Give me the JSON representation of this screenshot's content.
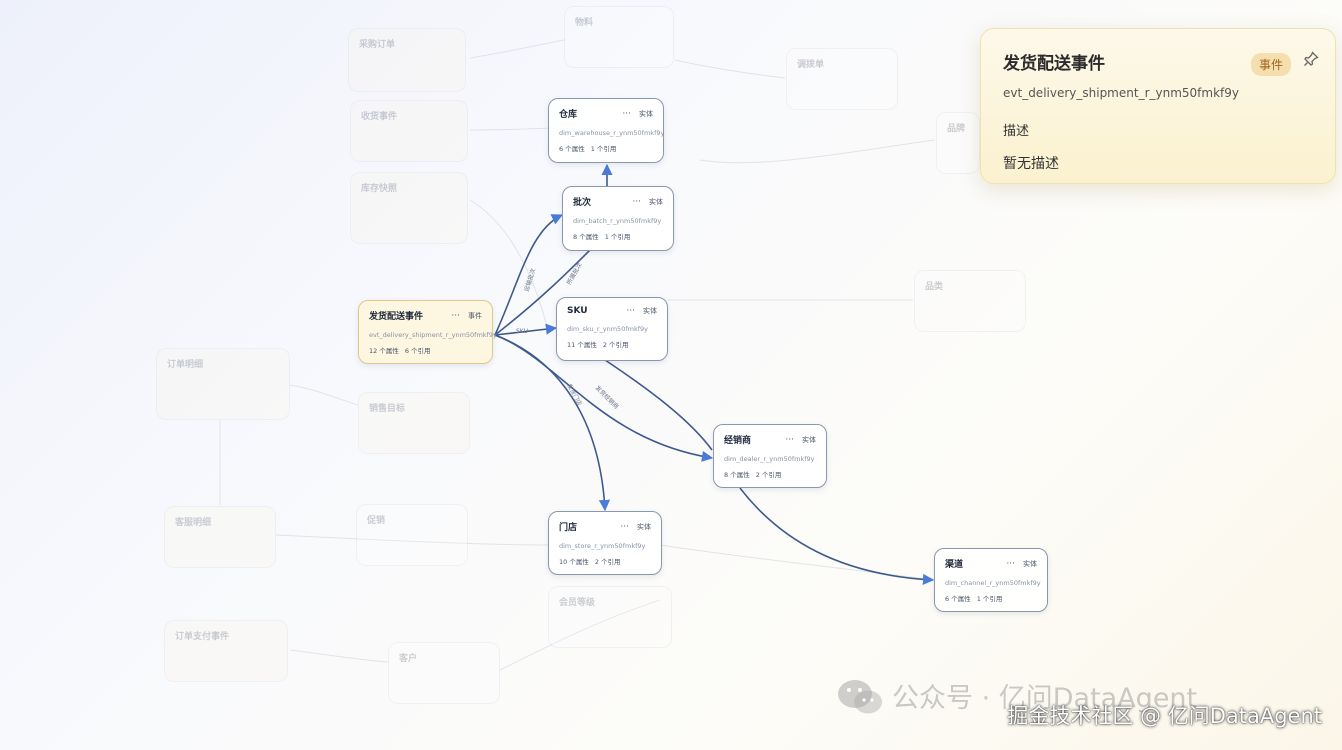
{
  "graph": {
    "active_nodes": [
      {
        "id": "warehouse",
        "title": "仓库",
        "more": "···",
        "badge": "实体",
        "code": "dim_warehouse_r_ynm50fmkf9y",
        "props": "6 个属性",
        "refs": "1 个引用",
        "kind": "entity"
      },
      {
        "id": "batch",
        "title": "批次",
        "more": "···",
        "badge": "实体",
        "code": "dim_batch_r_ynm50fmkf9y",
        "props": "8 个属性",
        "refs": "1 个引用",
        "kind": "entity"
      },
      {
        "id": "event",
        "title": "发货配送事件",
        "more": "···",
        "badge": "事件",
        "code": "evt_delivery_shipment_r_ynm50fmkf9y",
        "props": "12 个属性",
        "refs": "6 个引用",
        "kind": "event"
      },
      {
        "id": "sku",
        "title": "SKU",
        "more": "···",
        "badge": "实体",
        "code": "dim_sku_r_ynm50fmkf9y",
        "props": "11 个属性",
        "refs": "2 个引用",
        "kind": "entity"
      },
      {
        "id": "dealer",
        "title": "经销商",
        "more": "···",
        "badge": "实体",
        "code": "dim_dealer_r_ynm50fmkf9y",
        "props": "8 个属性",
        "refs": "2 个引用",
        "kind": "entity"
      },
      {
        "id": "store",
        "title": "门店",
        "more": "···",
        "badge": "实体",
        "code": "dim_store_r_ynm50fmkf9y",
        "props": "10 个属性",
        "refs": "2 个引用",
        "kind": "entity"
      },
      {
        "id": "channel",
        "title": "渠道",
        "more": "···",
        "badge": "实体",
        "code": "dim_channel_r_ynm50fmkf9y",
        "props": "6 个属性",
        "refs": "1 个引用",
        "kind": "entity"
      }
    ],
    "faded_nodes": [
      {
        "id": "f1",
        "title": "采购订单"
      },
      {
        "id": "f2",
        "title": "物料"
      },
      {
        "id": "f3",
        "title": "调拨单"
      },
      {
        "id": "f4",
        "title": "收货事件"
      },
      {
        "id": "f5",
        "title": "库存快照"
      },
      {
        "id": "f6",
        "title": "品牌"
      },
      {
        "id": "f7",
        "title": "品类"
      },
      {
        "id": "f8",
        "title": "订单明细"
      },
      {
        "id": "f9",
        "title": "销售目标"
      },
      {
        "id": "f10",
        "title": "客服明细"
      },
      {
        "id": "f11",
        "title": "促销"
      },
      {
        "id": "f12",
        "title": "会员等级"
      },
      {
        "id": "f13",
        "title": "订单支付事件"
      },
      {
        "id": "f14",
        "title": "客户"
      }
    ],
    "edge_labels": [
      "运输批次",
      "所属批次",
      "SKU",
      "发货门店",
      "发货经销商"
    ]
  },
  "detail_panel": {
    "title": "发货配送事件",
    "badge": "事件",
    "code": "evt_delivery_shipment_r_ynm50fmkf9y",
    "desc_label": "描述",
    "desc_value": "暂无描述",
    "pin_icon": "pin-icon"
  },
  "watermark": {
    "line1": "公众号 · 亿问DataAgent",
    "line2": "掘金技术社区 @ 亿问DataAgent"
  },
  "colors": {
    "edge_active": "#3d5a8c",
    "arrow": "#4a7bd8",
    "event_bg": "#fdf6e0",
    "panel_bg": "#fbf1cf"
  }
}
